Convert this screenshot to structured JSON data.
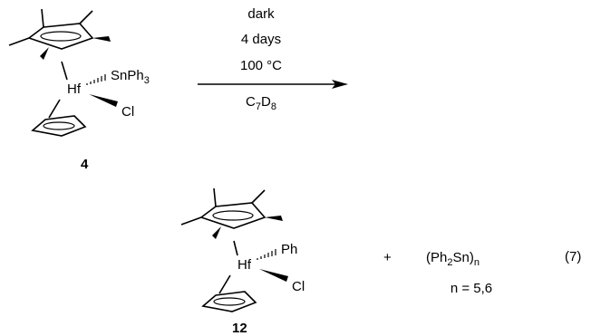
{
  "reactant": {
    "metal": "Hf",
    "ligand_top": "SnPh",
    "ligand_top_sub": "3",
    "ligand_bottom": "Cl",
    "number": "4"
  },
  "conditions": {
    "line1": "dark",
    "line2": "4 days",
    "line3": "100 °C",
    "solvent_c": "C",
    "solvent_c_sub": "7",
    "solvent_d": "D",
    "solvent_d_sub": "8"
  },
  "product": {
    "metal": "Hf",
    "ligand_top": "Ph",
    "ligand_bottom": "Cl",
    "number": "12"
  },
  "plus": "+",
  "byproduct": {
    "open": "(Ph",
    "sub1": "2",
    "mid": "Sn)",
    "sub2": "n",
    "note": "n = 5,6"
  },
  "equation_number": "(7)"
}
